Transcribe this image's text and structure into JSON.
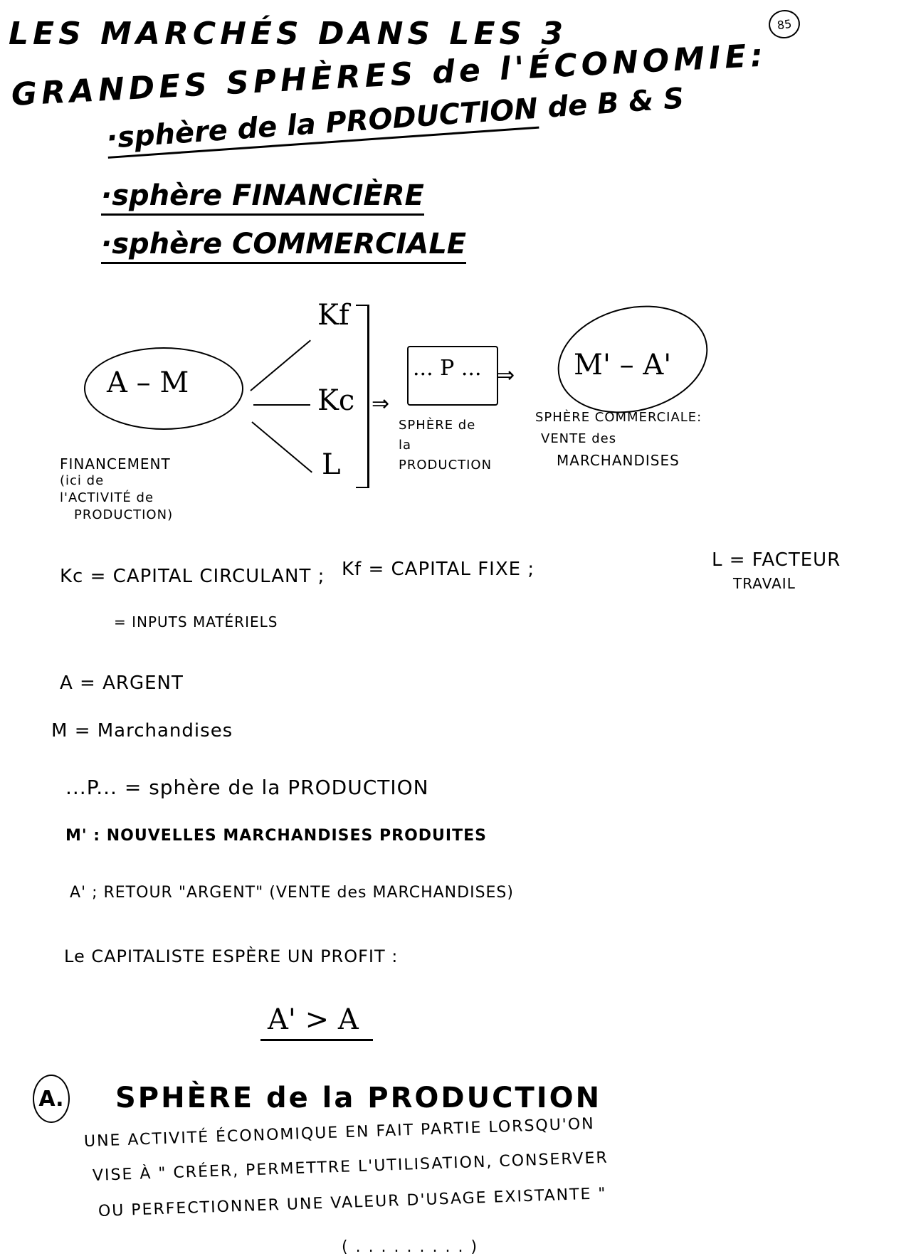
{
  "page": {
    "page_number": "85",
    "title_line1": "LES MARCHÉS  DANS  LES  3",
    "title_line2": "GRANDES  SPHÈRES  de l'ÉCONOMIE:",
    "spheres": [
      {
        "prefix": "·sphère de la ",
        "label": "PRODUCTION",
        "suffix": " de B & S"
      },
      {
        "prefix": "·sphère  ",
        "label": "FINANCIÈRE",
        "suffix": ""
      },
      {
        "prefix": "·sphère  ",
        "label": "COMMERCIALE",
        "suffix": ""
      }
    ]
  },
  "diagram": {
    "start_node": "A – M",
    "inputs": [
      "Kf",
      "Kc",
      "L"
    ],
    "process_node": "... P ...",
    "end_node": "M' – A'",
    "arrow": "⇒",
    "captions": {
      "start": [
        "FINANCEMENT",
        "(ici de",
        "l'ACTIVITÉ de",
        "PRODUCTION)"
      ],
      "process": [
        "SPHÈRE de",
        "la",
        "PRODUCTION"
      ],
      "end": [
        "SPHÈRE COMMERCIALE:",
        "VENTE des",
        "MARCHANDISES"
      ]
    }
  },
  "definitions": {
    "kc": "Kc = CAPITAL  CIRCULANT  ;",
    "kf": "Kf = CAPITAL FIXE ;",
    "l_line1": "L = FACTEUR",
    "l_line2": "TRAVAIL",
    "kc_cont": "= INPUTS   MATÉRIELS",
    "a": "A =  ARGENT",
    "m": "M =  Marchandises",
    "p": "...P... = sphère de la PRODUCTION",
    "m_prime": "M' :  NOUVELLES   MARCHANDISES  PRODUITES",
    "a_prime": "A' ;  RETOUR  \"ARGENT\"   (VENTE des   MARCHANDISES)",
    "capitalist": "Le  CAPITALISTE     ESPÈRE  UN   PROFIT :",
    "inequality": "A' > A"
  },
  "section_a": {
    "marker": "A.",
    "heading": "SPHÈRE  de la   PRODUCTION",
    "lines": [
      "UNE ACTIVITÉ ÉCONOMIQUE  EN FAIT PARTIE LORSQU'ON",
      "VISE À \" CRÉER, PERMETTRE L'UTILISATION, CONSERVER",
      "OU  PERFECTIONNER UNE VALEUR D'USAGE EXISTANTE \""
    ],
    "cutoff_line": "( . . . . . . . . . )"
  }
}
